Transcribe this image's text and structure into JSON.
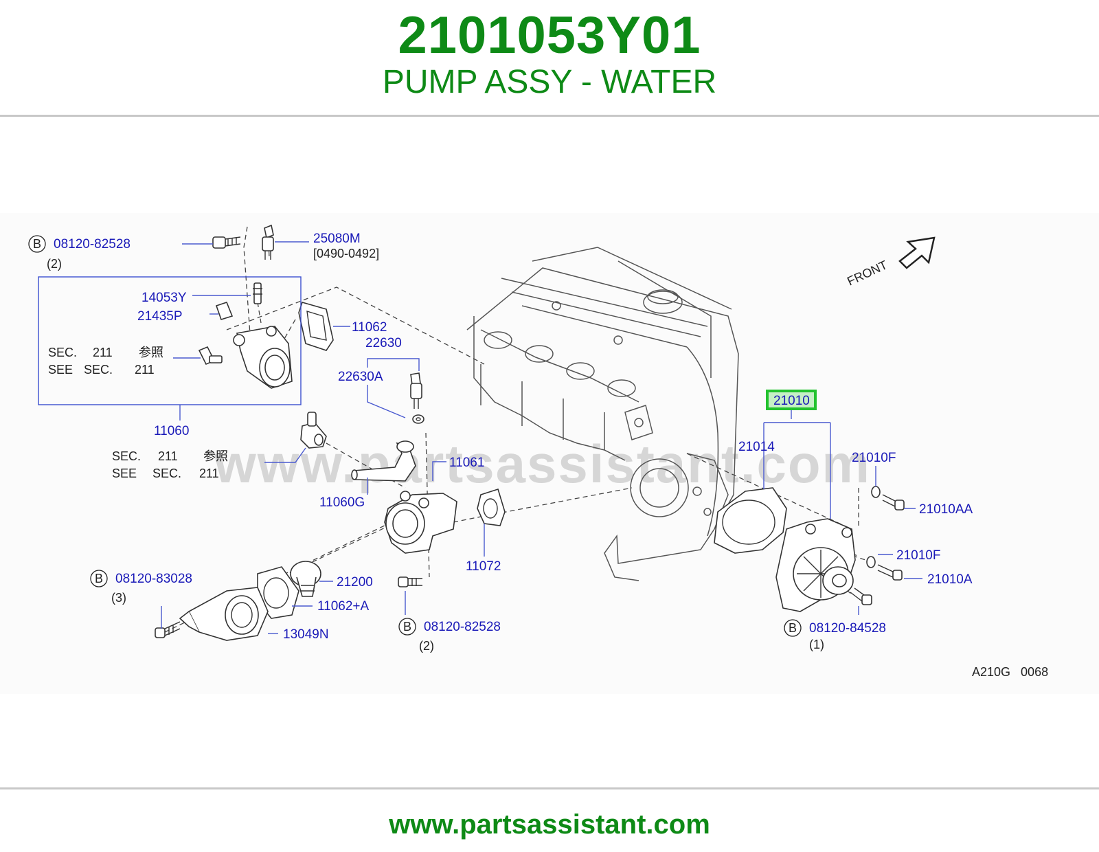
{
  "header": {
    "part_number": "2101053Y01",
    "part_name": "PUMP ASSY - WATER"
  },
  "watermark": "www.partsassistant.com",
  "footer_url": "www.partsassistant.com",
  "diagram_code": "A210G   0068",
  "front_label": "FRONT",
  "highlight_color": "#22c22e",
  "bolt_badge": "B",
  "labels": {
    "b_08120_82528_top": "08120-82528",
    "qty_2_top": "(2)",
    "p25080M": "25080M",
    "p25080M_range": "[0490-0492]",
    "p14053Y": "14053Y",
    "p21435P": "21435P",
    "sec_a1": "SEC.",
    "sec_a2": "211",
    "sec_a3": "参照",
    "see_a1": "SEE",
    "see_a2": "SEC.",
    "see_a3": "211",
    "p11060": "11060",
    "p11062": "11062",
    "p22630": "22630",
    "p22630A": "22630A",
    "sec_b1": "SEC.",
    "sec_b2": "211",
    "sec_b3": "参照",
    "see_b1": "SEE",
    "see_b2": "SEC.",
    "see_b3": "211",
    "p11061": "11061",
    "p11060G": "11060G",
    "p11072": "11072",
    "b_08120_83028": "08120-83028",
    "qty_3": "(3)",
    "p21200": "21200",
    "p11062A": "11062+A",
    "p13049N": "13049N",
    "b_08120_82528_bottom": "08120-82528",
    "qty_2_bottom": "(2)",
    "p21010": "21010",
    "p21014": "21014",
    "p21010F_top": "21010F",
    "p21010AA": "21010AA",
    "p21010F_bottom": "21010F",
    "p21010A": "21010A",
    "b_08120_84528": "08120-84528",
    "qty_1": "(1)"
  }
}
